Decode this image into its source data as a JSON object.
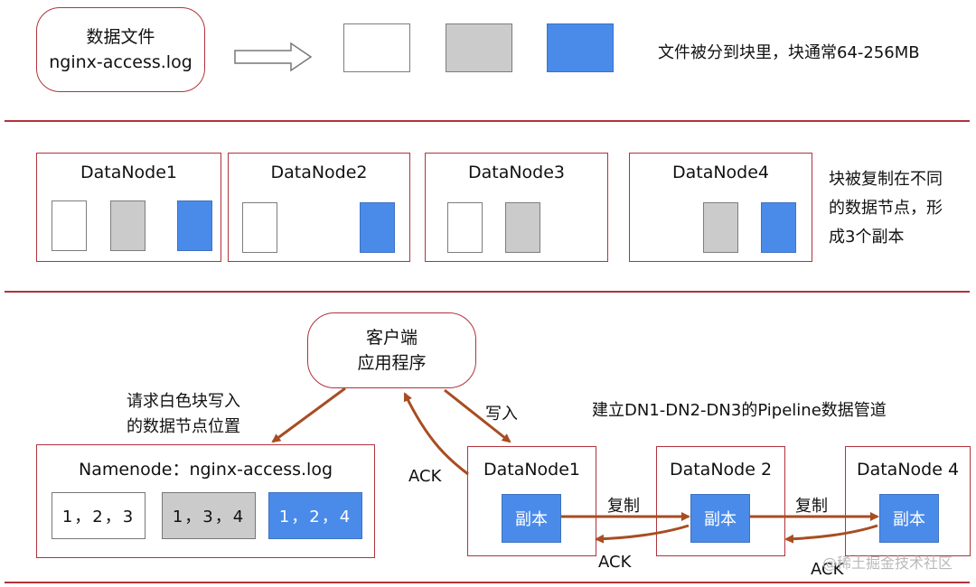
{
  "section1": {
    "data_file_line1": "数据文件",
    "data_file_line2": "nginx-access.log",
    "caption": "文件被分到块里，块通常64-256MB"
  },
  "section2": {
    "nodes": [
      "DataNode1",
      "DataNode2",
      "DataNode3",
      "DataNode4"
    ],
    "caption_lines": [
      "块被复制在不同",
      "的数据节点，形",
      "成3个副本"
    ]
  },
  "section3": {
    "client_line1": "客户端",
    "client_line2": "应用程序",
    "request_line1": "请求白色块写入",
    "request_line2": "的数据节点位置",
    "write_label": "写入",
    "ack_label": "ACK",
    "pipeline_caption": "建立DN1-DN2-DN3的Pipeline数据管道",
    "namenode_title": "Namenode：nginx-access.log",
    "namenode_entries": [
      "1，2，3",
      "1，3，4",
      "1，2，4"
    ],
    "pipeline_nodes": [
      "DataNode1",
      "DataNode 2",
      "DataNode 4"
    ],
    "replica_label": "副本",
    "copy_label": "复制"
  },
  "colors": {
    "border": "#b0333c",
    "arrow": "#a84d22",
    "blue_block": "#4a8bea",
    "gray_block": "#cbcbcb",
    "white_block": "#ffffff"
  },
  "watermark": "@稀土掘金技术社区"
}
